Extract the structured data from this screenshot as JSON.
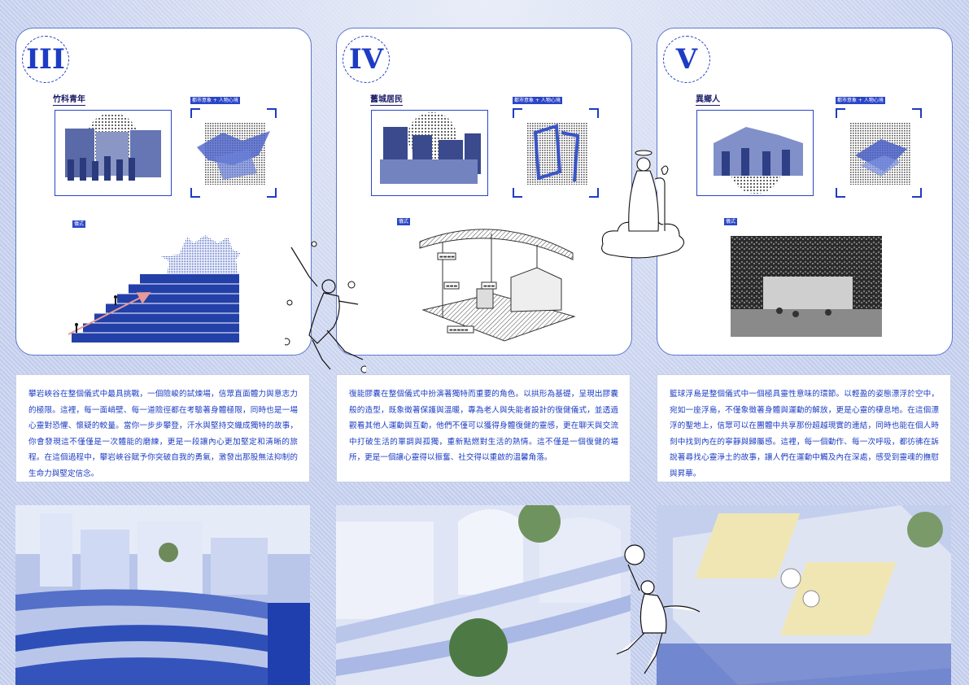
{
  "sections": [
    {
      "numeral": "III",
      "role": "竹科青年",
      "tag_top": "都市意象 + 人物心境",
      "tag_mid": "儀式",
      "text": "攀岩峽谷在整個儀式中最具挑戰，一個險峻的試煉場，信眾直面體力與意志力的極限。這裡，每一面峭壁、每一道險徑都在考驗著身體極限，同時也是一場心靈對恐懼、懷疑的較量。當你一步步攀登，汗水與堅持交織成獨特的故事，你會發現這不僅僅是一次體能的磨練，更是一段讓內心更加堅定和清晰的旅程。在這個過程中，攀岩峽谷賦予你突破自我的勇氣，激發出那股無法抑制的生命力與堅定信念。"
    },
    {
      "numeral": "IV",
      "role": "舊城居民",
      "tag_top": "都市意象 + 人物心境",
      "tag_mid": "儀式",
      "text": "復能膠囊在整個儀式中扮演著獨特而重要的角色。以拱形為基礎，呈現出膠囊般的造型，既象徵著保護與溫暖，專為老人與失能者設計的復健儀式，並透過觀看其他人運動與互動，他們不僅可以獲得身體復健的靈感，更在聊天與交流中打破生活的單調與孤獨，重新點燃對生活的熱情。這不僅是一個復健的場所，更是一個讓心靈得以振奮、社交得以重啟的溫馨角落。"
    },
    {
      "numeral": "V",
      "role": "異鄉人",
      "tag_top": "都市意象 + 人物心境",
      "tag_mid": "儀式",
      "text": "籃球浮島是整個儀式中一個極具靈性意味的環節。以輕盈的姿態漂浮於空中，宛如一座浮島，不僅象徵著身體與運動的解放，更是心靈的棲息地。在這個漂浮的聖地上，信眾可以在團體中共享那份超越現實的連結，同時也能在個人時刻中找到內在的寧靜與歸屬感。這裡，每一個動作、每一次呼吸，都彷彿在訴說著尋找心靈淨土的故事，讓人們在運動中觸及內在深處，感受到靈魂的撫慰與昇華。"
    }
  ],
  "diagram_labels": {
    "a": "▬▬▬▬",
    "b": "▬▬▬",
    "c": "▬▬▬",
    "d": "▬▬▬▬▬"
  },
  "colors": {
    "accent": "#1d3cc4",
    "bg": "#c9d3ef"
  }
}
